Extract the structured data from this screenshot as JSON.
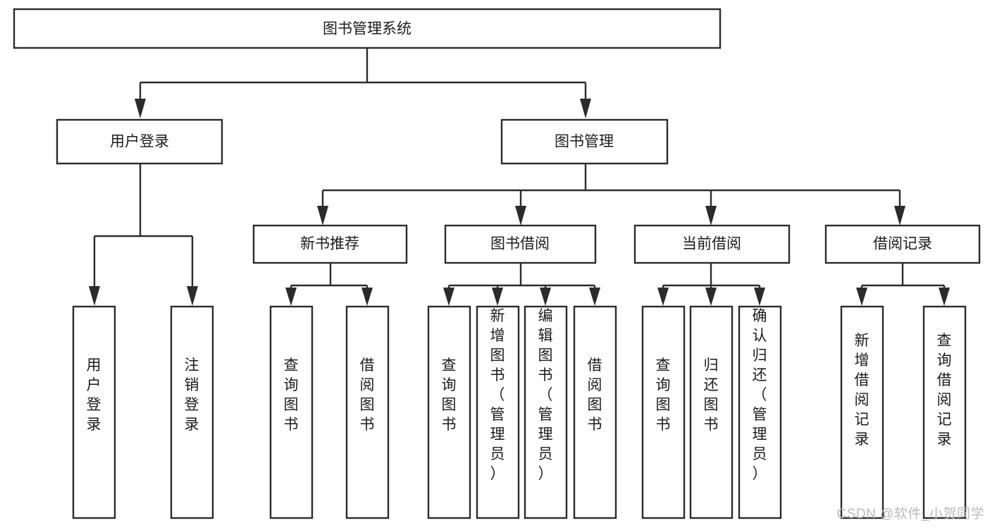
{
  "diagram": {
    "title": "图书管理系统",
    "type": "hierarchy-tree",
    "root": {
      "id": "root",
      "label": "图书管理系统",
      "orientation": "horizontal"
    },
    "level1": [
      {
        "id": "user-login",
        "label": "用户登录",
        "orientation": "horizontal"
      },
      {
        "id": "book-management",
        "label": "图书管理",
        "orientation": "horizontal"
      }
    ],
    "level2": [
      {
        "id": "new-book-recommend",
        "label": "新书推荐",
        "parent": "book-management",
        "orientation": "horizontal"
      },
      {
        "id": "book-borrow",
        "label": "图书借阅",
        "parent": "book-management",
        "orientation": "horizontal"
      },
      {
        "id": "current-borrow",
        "label": "当前借阅",
        "parent": "book-management",
        "orientation": "horizontal"
      },
      {
        "id": "borrow-record",
        "label": "借阅记录",
        "parent": "book-management",
        "orientation": "horizontal"
      }
    ],
    "leaves": [
      {
        "id": "leaf-user-login",
        "label": "用户登录",
        "parent": "user-login",
        "orientation": "vertical"
      },
      {
        "id": "leaf-logout-login",
        "label": "注销登录",
        "parent": "user-login",
        "orientation": "vertical"
      },
      {
        "id": "leaf-query-book-1",
        "label": "查询图书",
        "parent": "new-book-recommend",
        "orientation": "vertical"
      },
      {
        "id": "leaf-borrow-book-1",
        "label": "借阅图书",
        "parent": "new-book-recommend",
        "orientation": "vertical"
      },
      {
        "id": "leaf-query-book-2",
        "label": "查询图书",
        "parent": "book-borrow",
        "orientation": "vertical"
      },
      {
        "id": "leaf-add-book",
        "label": "新增图书（管理员）",
        "parent": "book-borrow",
        "orientation": "vertical"
      },
      {
        "id": "leaf-edit-book",
        "label": "编辑图书（管理员）",
        "parent": "book-borrow",
        "orientation": "vertical"
      },
      {
        "id": "leaf-borrow-book-2",
        "label": "借阅图书",
        "parent": "book-borrow",
        "orientation": "vertical"
      },
      {
        "id": "leaf-query-book-3",
        "label": "查询图书",
        "parent": "current-borrow",
        "orientation": "vertical"
      },
      {
        "id": "leaf-return-book",
        "label": "归还图书",
        "parent": "current-borrow",
        "orientation": "vertical"
      },
      {
        "id": "leaf-confirm-return",
        "label": "确认归还（管理员）",
        "parent": "current-borrow",
        "orientation": "vertical"
      },
      {
        "id": "leaf-add-record",
        "label": "新增借阅记录",
        "parent": "borrow-record",
        "orientation": "vertical"
      },
      {
        "id": "leaf-query-record",
        "label": "查询借阅记录",
        "parent": "borrow-record",
        "orientation": "vertical"
      }
    ],
    "colors": {
      "box_stroke": "#2b2b2b",
      "box_fill": "#ffffff",
      "connector": "#2b2b2b",
      "text": "#1b1b1b",
      "watermark": "#b9b9b9",
      "background": "#ffffff"
    }
  },
  "watermark": {
    "text": "CSDN @软件_小贺同学"
  }
}
